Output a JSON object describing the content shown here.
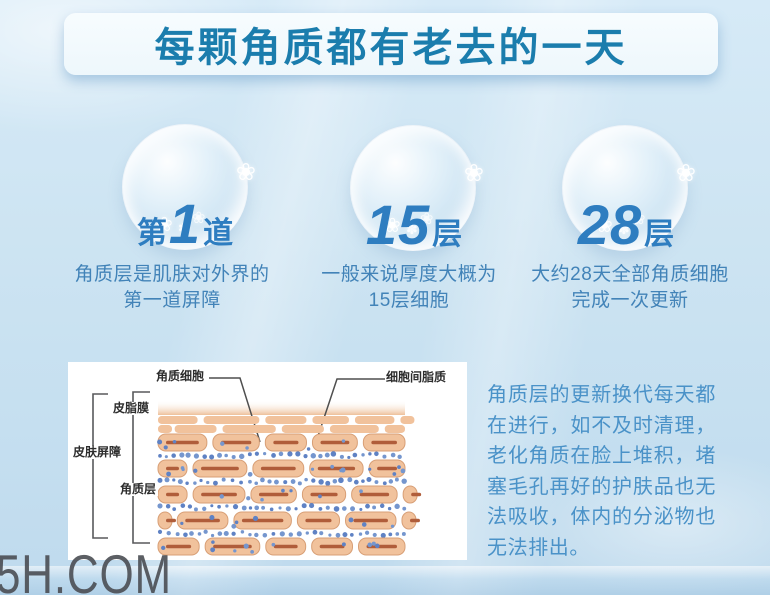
{
  "header": {
    "title": "每颗角质都有老去的一天"
  },
  "bubbles": [
    {
      "prefix": "第",
      "number": "1",
      "suffix": "道",
      "caption_line1": "角质层是肌肤对外界的",
      "caption_line2": "第一道屏障"
    },
    {
      "prefix": "",
      "number": "15",
      "suffix": "层",
      "caption_line1": "一般来说厚度大概为",
      "caption_line2": "15层细胞"
    },
    {
      "prefix": "",
      "number": "28",
      "suffix": "层",
      "caption_line1": "大约28天全部角质细胞",
      "caption_line2": "完成一次更新"
    }
  ],
  "diagram": {
    "labels": {
      "corneocyte": "角质细胞",
      "intercellular_lipid": "细胞间脂质",
      "sebum_film": "皮脂膜",
      "skin_barrier": "皮肤屏障",
      "stratum_corneum": "角质层"
    }
  },
  "paragraph": {
    "text": "角质层的更新换代每天都在进行，如不及时清理，老化角质在脸上堆积，堵塞毛孔再好的护肤品也无法吸收，体内的分泌物也无法排出。"
  },
  "watermark": {
    "text": "5H.COM"
  },
  "colors": {
    "header_text": "#1b7dad",
    "caption_text": "#4283b8",
    "paragraph_text": "#4a92c8",
    "bubble_number": "#2e7dc0",
    "cell_fill": "#f1c29c",
    "cell_inner_line": "#b05d3a",
    "lipid_dot": "#7596ce",
    "background": "#cde4f2",
    "banner_background": "#f2f9fd"
  }
}
